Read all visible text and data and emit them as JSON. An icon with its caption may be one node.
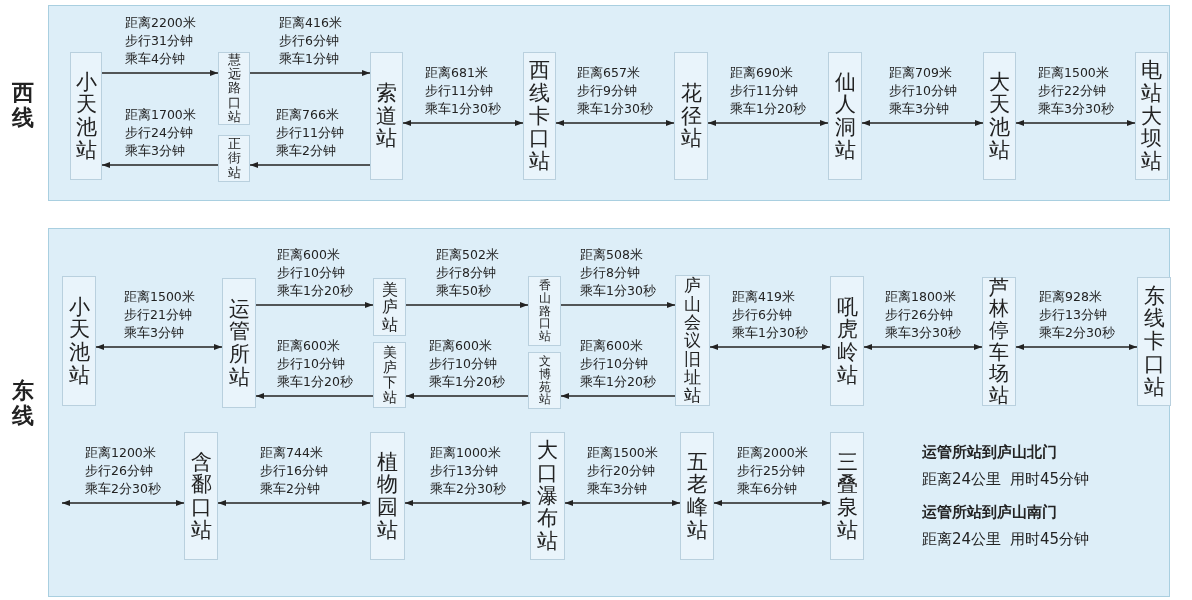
{
  "diagram": {
    "nodes": [
      {
        "text": [
          "西线"
        ]
      },
      {
        "text": [
          "小天池站"
        ],
        "in": 0
      },
      {
        "text": [
          "慧远路口站"
        ],
        "in": 0
      },
      {
        "text": [
          "正街站"
        ],
        "in": 0
      },
      {
        "text": [
          "索道站"
        ],
        "in": 0
      },
      {
        "text": [
          "西线卡口站"
        ],
        "in": 0
      },
      {
        "text": [
          "花径站"
        ],
        "in": 0
      },
      {
        "text": [
          "仙人洞站"
        ],
        "in": 0
      },
      {
        "text": [
          "大天池站"
        ],
        "in": 0
      },
      {
        "text": [
          "电站大坝站"
        ],
        "in": 0
      },
      {
        "text": [
          "东线"
        ]
      },
      {
        "text": [
          "小天池站"
        ],
        "in": 10
      },
      {
        "text": [
          "运管所站"
        ],
        "in": 10
      },
      {
        "text": [
          "美庐站"
        ],
        "in": 10
      },
      {
        "text": [
          "美庐下站"
        ],
        "in": 10
      },
      {
        "text": [
          "香山路口站"
        ],
        "in": 10
      },
      {
        "text": [
          "文博苑站"
        ],
        "in": 10
      },
      {
        "text": [
          "庐山会议旧址站"
        ],
        "in": 10
      },
      {
        "text": [
          "吼虎岭站"
        ],
        "in": 10
      },
      {
        "text": [
          "芦林停车场站"
        ],
        "in": 10
      },
      {
        "text": [
          "东线卡口站"
        ],
        "in": 10
      },
      {
        "text": [
          "含鄱口站"
        ],
        "in": 10
      },
      {
        "text": [
          "植物园站"
        ],
        "in": 10
      },
      {
        "text": [
          "大口瀑布站"
        ],
        "in": 10
      },
      {
        "text": [
          "五老峰站"
        ],
        "in": 10
      },
      {
        "text": [
          "三叠泉站"
        ],
        "in": 10
      }
    ],
    "edges": [
      {
        "from": 1,
        "to": 2,
        "arrow": "to",
        "label": "距离2200米步行31分钟乘车4分钟"
      },
      {
        "from": 2,
        "to": 4,
        "arrow": "to",
        "label": "距离416米步行6分钟乘车1分钟"
      },
      {
        "from": 4,
        "to": 3,
        "arrow": "to",
        "label": "距离766米步行11分钟乘车2分钟"
      },
      {
        "from": 3,
        "to": 1,
        "arrow": "to",
        "label": "距离1700米步行24分钟乘车3分钟"
      },
      {
        "from": 4,
        "to": 5,
        "arrow": "both",
        "label": "距离681米步行11分钟乘车1分30秒"
      },
      {
        "from": 5,
        "to": 6,
        "arrow": "both",
        "label": "距离657米步行9分钟乘车1分30秒"
      },
      {
        "from": 6,
        "to": 7,
        "arrow": "both",
        "label": "距离690米步行11分钟乘车1分20秒"
      },
      {
        "from": 7,
        "to": 8,
        "arrow": "both",
        "label": "距离709米步行10分钟乘车3分钟"
      },
      {
        "from": 8,
        "to": 9,
        "arrow": "both",
        "label": "距离1500米步行22分钟乘车3分30秒"
      },
      {
        "from": 11,
        "to": 12,
        "arrow": "both",
        "label": "距离1500米步行21分钟乘车3分钟"
      },
      {
        "from": 12,
        "to": 13,
        "arrow": "to",
        "label": "距离600米步行10分钟乘车1分20秒"
      },
      {
        "from": 13,
        "to": 15,
        "arrow": "to",
        "label": "距离502米步行8分钟乘车50秒"
      },
      {
        "from": 15,
        "to": 17,
        "arrow": "to",
        "label": "距离508米步行8分钟乘车1分30秒"
      },
      {
        "from": 17,
        "to": 16,
        "arrow": "to",
        "label": "距离600米步行10分钟乘车1分20秒"
      },
      {
        "from": 16,
        "to": 14,
        "arrow": "to",
        "label": "距离600米步行10分钟乘车1分20秒"
      },
      {
        "from": 14,
        "to": 12,
        "arrow": "to",
        "label": "距离600米步行10分钟乘车1分20秒"
      },
      {
        "from": 17,
        "to": 18,
        "arrow": "both",
        "label": "距离419米步行6分钟乘车1分30秒"
      },
      {
        "from": 18,
        "to": 19,
        "arrow": "both",
        "label": "距离1800米步行26分钟乘车3分30秒"
      },
      {
        "from": 19,
        "to": 20,
        "arrow": "both",
        "label": "距离928米步行13分钟乘车2分30秒"
      },
      {
        "from": null,
        "to": 21,
        "arrow": "both",
        "label": "距离1200米步行26分钟乘车2分30秒"
      },
      {
        "from": 21,
        "to": 22,
        "arrow": "both",
        "label": "距离744米步行16分钟乘车2分钟"
      },
      {
        "from": 22,
        "to": 23,
        "arrow": "both",
        "label": "距离1000米步行13分钟乘车2分30秒"
      },
      {
        "from": 23,
        "to": 24,
        "arrow": "both",
        "label": "距离1500米步行20分钟乘车3分钟"
      },
      {
        "from": 24,
        "to": 25,
        "arrow": "both",
        "label": "距离2000米步行25分钟乘车6分钟"
      }
    ],
    "labels": [
      "运管所站到庐山北门",
      "距离24公里",
      "用时45分钟",
      "运管所站到庐山南门",
      "距离24公里",
      "用时45分钟"
    ]
  }
}
